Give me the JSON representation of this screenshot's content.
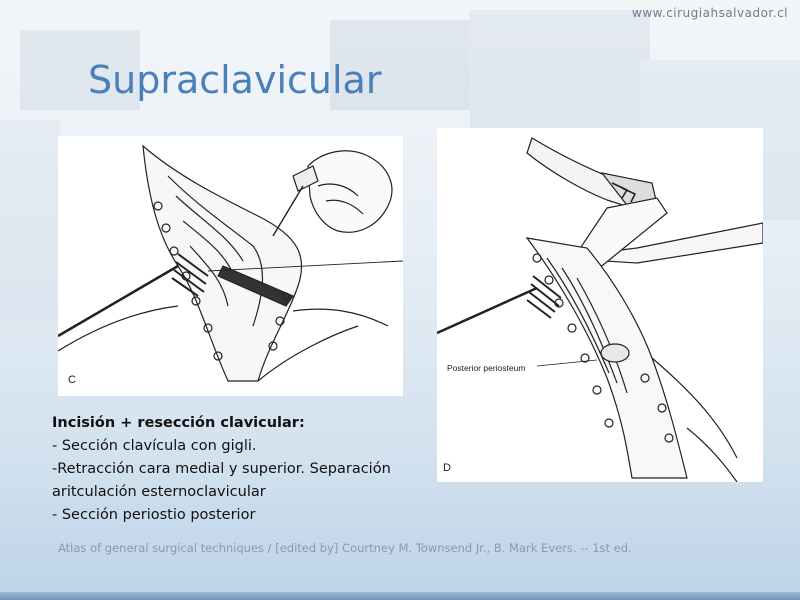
{
  "watermark": {
    "url": "www.cirugiahsalvador.cl"
  },
  "slide": {
    "title": "Supraclavicular"
  },
  "figures": {
    "c": {
      "letter": "C"
    },
    "d": {
      "letter": "D",
      "label": "Posterior periosteum"
    }
  },
  "body": {
    "heading": "Incisión + resección clavicular:",
    "lines": [
      "- Sección clavícula  con gigli.",
      "-Retracción cara medial y superior. Separación",
      "aritculación esternoclavicular",
      "- Sección periostio posterior"
    ]
  },
  "citation": "Atlas of general surgical techniques / [edited by] Courtney M. Townsend Jr., B. Mark Evers. -- 1st ed.",
  "colors": {
    "title": "#4a7fb8",
    "citation": "#8b99a8",
    "background": "#e7eef5"
  }
}
